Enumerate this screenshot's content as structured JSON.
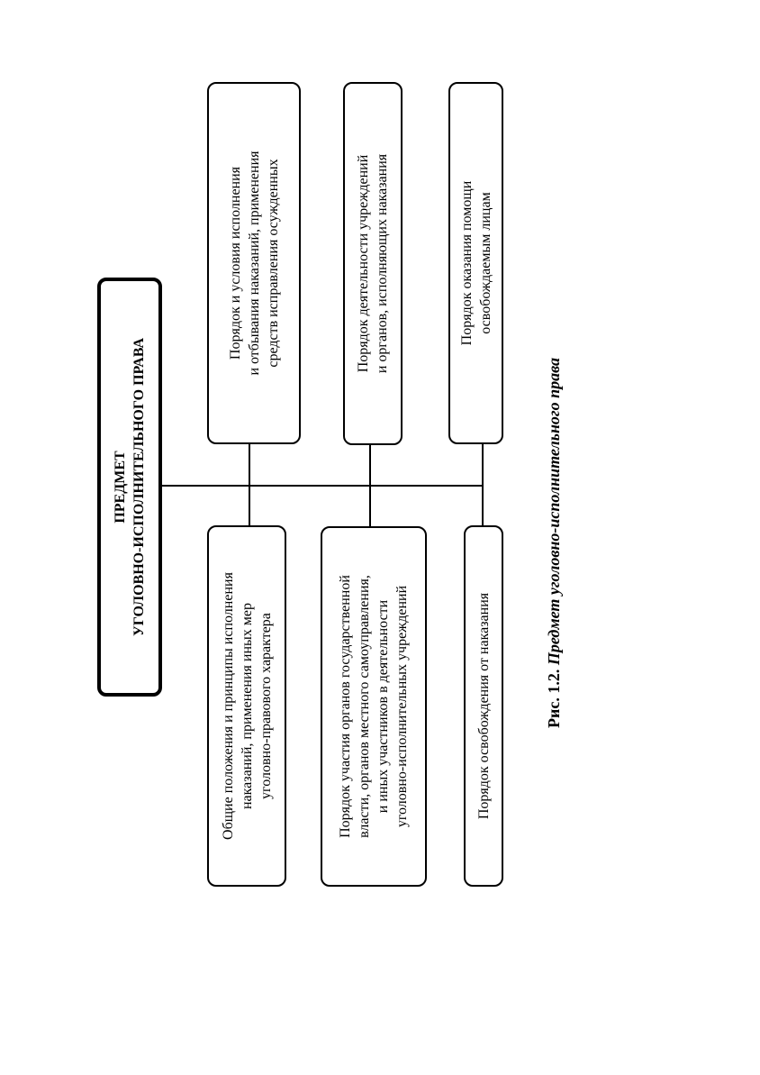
{
  "title": "ПРЕДМЕТ\nУГОЛОВНО-ИСПОЛНИТЕЛЬНОГО ПРАВА",
  "left_items": [
    "Общие положения и принципы исполнения\nнаказаний, применения иных мер\nуголовно-правового характера",
    "Порядок участия органов государственной\nвласти, органов местного самоуправления,\nи иных участников в деятельности\nуголовно-исполнительных учреждений",
    "Порядок освобождения от наказания"
  ],
  "right_items": [
    "Порядок и условия исполнения\nи отбывания наказаний, применения\nсредств исправления осужденных",
    "Порядок деятельности учреждений\nи органов, исполняющих наказания",
    "Порядок оказания помощи\nосвобождаемым лицам"
  ],
  "caption": {
    "number": "Рис. 1.2.",
    "text": "Предмет уголовно-исполнительного права"
  }
}
